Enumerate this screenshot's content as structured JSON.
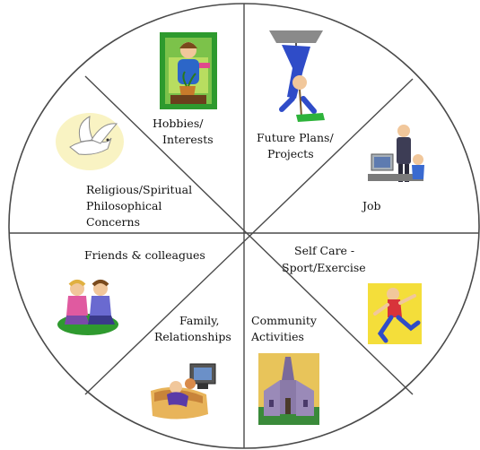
{
  "diagram": {
    "colors": {
      "outline": "#4a4a4a",
      "background": "#ffffff",
      "text": "#111111"
    },
    "segments": [
      {
        "id": "hobbies",
        "lines": [
          "Hobbies/",
          "Interests"
        ],
        "icon": "gardening-person-icon"
      },
      {
        "id": "future",
        "lines": [
          "Future Plans/",
          "Projects"
        ],
        "icon": "climber-icon"
      },
      {
        "id": "job",
        "lines": [
          "Job"
        ],
        "icon": "office-workers-computer-icon"
      },
      {
        "id": "selfcare",
        "lines": [
          "Self Care  -",
          "Sport/Exercise"
        ],
        "icon": "runner-icon"
      },
      {
        "id": "community",
        "lines": [
          "Community",
          "Activities"
        ],
        "icon": "church-icon"
      },
      {
        "id": "family",
        "lines": [
          "Family,",
          "Relationships"
        ],
        "icon": "sofa-tv-icon"
      },
      {
        "id": "friends",
        "lines": [
          "Friends & colleagues"
        ],
        "icon": "friends-sitting-icon"
      },
      {
        "id": "religious",
        "lines": [
          "Religious/Spiritual",
          "Philosophical",
          "Concerns"
        ],
        "icon": "dove-icon"
      }
    ]
  }
}
